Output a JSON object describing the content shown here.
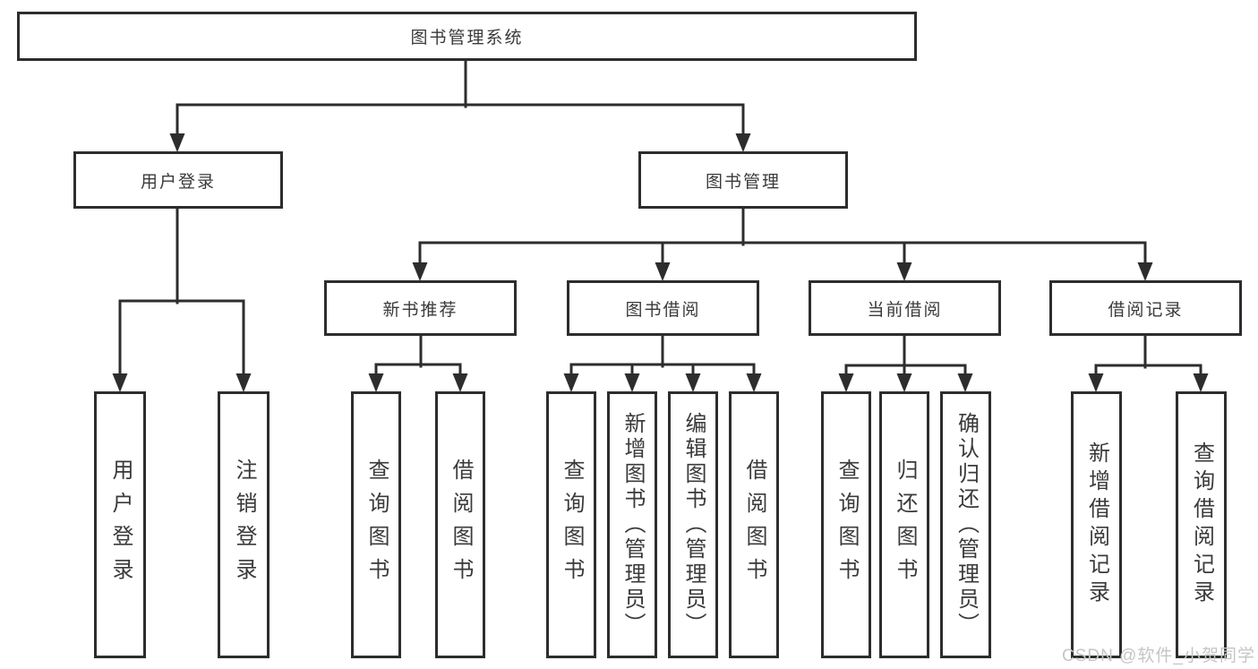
{
  "diagram": {
    "nodes": {
      "root": "图书管理系统",
      "user_login": "用户登录",
      "book_management": "图书管理",
      "new_book_recommend": "新书推荐",
      "book_borrow": "图书借阅",
      "current_borrow": "当前借阅",
      "borrow_records": "借阅记录",
      "leaf_user_login": "用户登录",
      "leaf_logout": "注销登录",
      "leaf_nbr_query_book": "查询图书",
      "leaf_nbr_borrow_book": "借阅图书",
      "leaf_bb_query_book": "查询图书",
      "leaf_bb_add_book": "新增图书（管理员）",
      "leaf_bb_edit_book": "编辑图书（管理员）",
      "leaf_bb_borrow_book": "借阅图书",
      "leaf_cb_query_book": "查询图书",
      "leaf_cb_return_book": "归还图书",
      "leaf_cb_confirm_return": "确认归还（管理员）",
      "leaf_br_add_record": "新增借阅记录",
      "leaf_br_query_record": "查询借阅记录"
    }
  },
  "watermark": "CSDN @软件_小贺同学",
  "colors": {
    "line": "#2d2d2d",
    "text": "#3a3a3a",
    "watermark": "#c5c5c5",
    "background": "#ffffff"
  }
}
